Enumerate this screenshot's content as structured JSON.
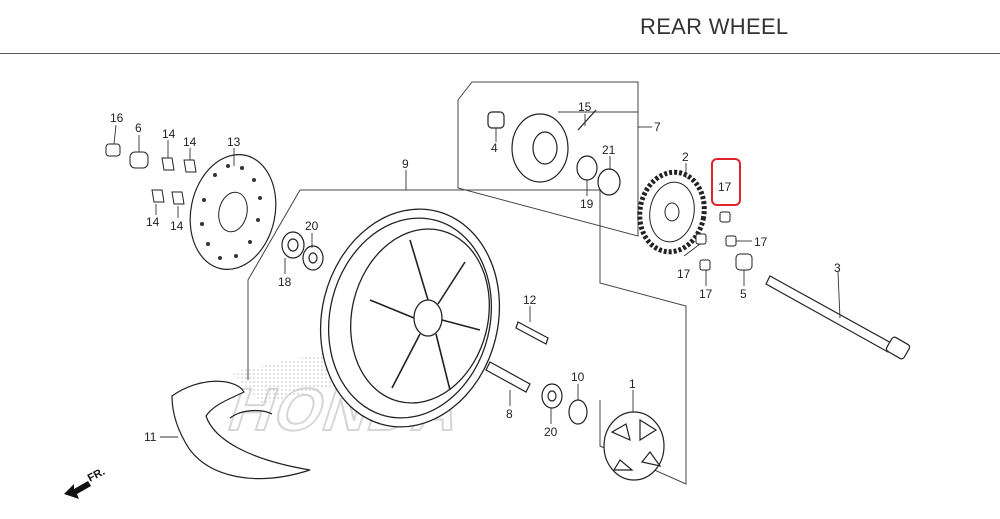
{
  "header": {
    "title": "REAR WHEEL"
  },
  "watermark": "HONDA",
  "direction_label": "FR.",
  "highlight_color": "#e0242a",
  "parts": [
    {
      "id": "p16",
      "label": "16"
    },
    {
      "id": "p6",
      "label": "6"
    },
    {
      "id": "p14a",
      "label": "14"
    },
    {
      "id": "p14b",
      "label": "14"
    },
    {
      "id": "p13",
      "label": "13"
    },
    {
      "id": "p14c",
      "label": "14"
    },
    {
      "id": "p14d",
      "label": "14"
    },
    {
      "id": "p20a",
      "label": "20"
    },
    {
      "id": "p18",
      "label": "18"
    },
    {
      "id": "p9",
      "label": "9"
    },
    {
      "id": "p4",
      "label": "4"
    },
    {
      "id": "p15",
      "label": "15"
    },
    {
      "id": "p7",
      "label": "7"
    },
    {
      "id": "p21",
      "label": "21"
    },
    {
      "id": "p19",
      "label": "19"
    },
    {
      "id": "p2",
      "label": "2"
    },
    {
      "id": "p17hl",
      "label": "17"
    },
    {
      "id": "p17b",
      "label": "17"
    },
    {
      "id": "p17c",
      "label": "17"
    },
    {
      "id": "p17d",
      "label": "17"
    },
    {
      "id": "p5",
      "label": "5"
    },
    {
      "id": "p3",
      "label": "3"
    },
    {
      "id": "p12",
      "label": "12"
    },
    {
      "id": "p8",
      "label": "8"
    },
    {
      "id": "p10",
      "label": "10"
    },
    {
      "id": "p20b",
      "label": "20"
    },
    {
      "id": "p1",
      "label": "1"
    },
    {
      "id": "p11",
      "label": "11"
    }
  ]
}
